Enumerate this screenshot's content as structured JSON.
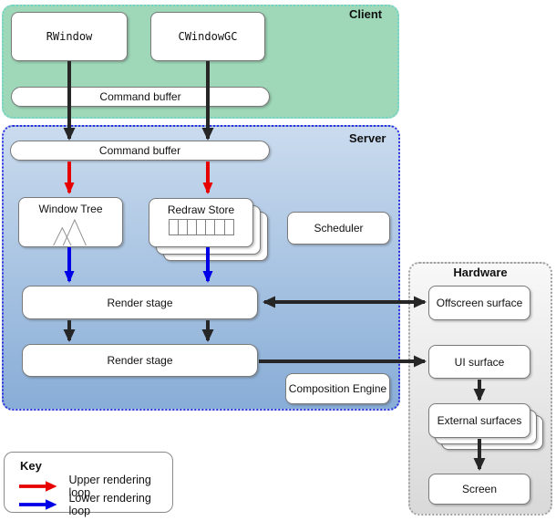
{
  "client": {
    "title": "Client",
    "rwindow": "RWindow",
    "cwindowgc": "CWindowGC",
    "command_buffer": "Command buffer"
  },
  "server": {
    "title": "Server",
    "command_buffer": "Command buffer",
    "window_tree": "Window Tree",
    "redraw_store": "Redraw Store",
    "scheduler": "Scheduler",
    "render_stage_upper": "Render stage",
    "render_stage_lower": "Render stage",
    "composition_engine": "Composition Engine"
  },
  "hardware": {
    "title": "Hardware",
    "offscreen_surface": "Offscreen surface",
    "ui_surface": "UI surface",
    "external_surfaces": "External surfaces",
    "screen": "Screen"
  },
  "key": {
    "title": "Key",
    "items": [
      {
        "label": "Upper rendering loop",
        "color": "#e60000"
      },
      {
        "label": "Lower rendering loop",
        "color": "#0000e6"
      }
    ]
  },
  "icons": {
    "window_tree": "tree-outline-glyph",
    "redraw_store": "tile-strip-glyph"
  },
  "colors": {
    "client_bg": "#9ed8b8",
    "client_border": "#6fd4c8",
    "server_bg_top": "#cadbee",
    "server_bg_bottom": "#88add7",
    "server_border": "#2f2fe0",
    "hardware_bg_top": "#f8f8f8",
    "hardware_bg_bottom": "#d9d9d9",
    "hardware_border": "#a0a0a0",
    "arrow_black": "#262626",
    "arrow_red": "#e60000",
    "arrow_blue": "#0000e6",
    "box_border": "#7a7a7a"
  }
}
